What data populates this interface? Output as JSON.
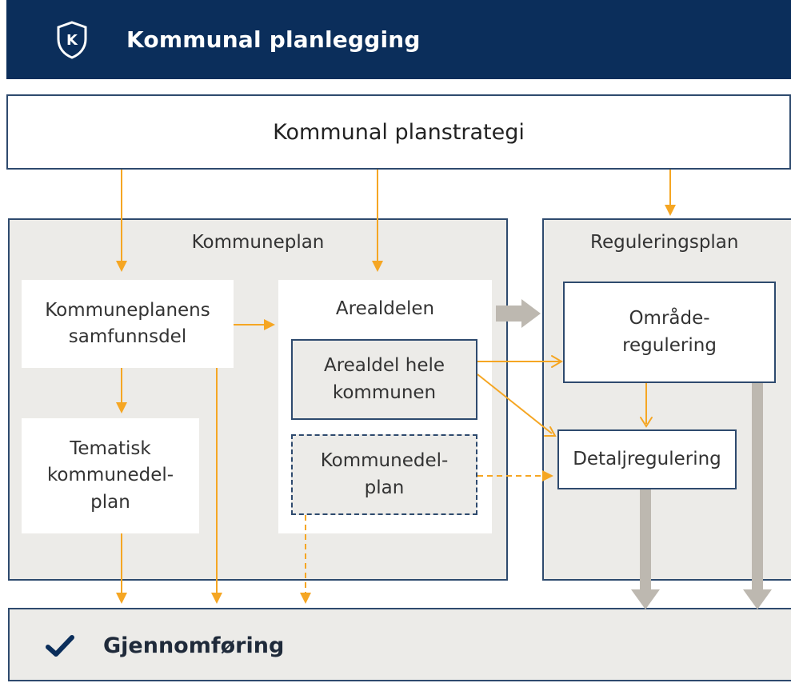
{
  "header": {
    "title": "Kommunal planlegging",
    "logo_letter": "K"
  },
  "strategy": {
    "label": "Kommunal planstrategi"
  },
  "kommuneplan": {
    "title": "Kommuneplan",
    "samfunnsdel": "Kommuneplanens samfunnsdel",
    "tematisk": "Tematisk kommunedel-plan",
    "arealdelen": "Arealdelen",
    "arealdel_hele": "Arealdel hele kommunen",
    "kommunedelplan": "Kommunedel-plan"
  },
  "reguleringsplan": {
    "title": "Reguleringsplan",
    "omrade": "Område-regulering",
    "detalj": "Detaljregulering"
  },
  "bottom": {
    "label": "Gjennomføring"
  },
  "colors": {
    "header_bg": "#0b2e5b",
    "arrow_orange": "#f5a623",
    "arrow_grey": "#bdb8b0",
    "panel_bg": "#ecebe8",
    "border": "#2e4a6e"
  }
}
